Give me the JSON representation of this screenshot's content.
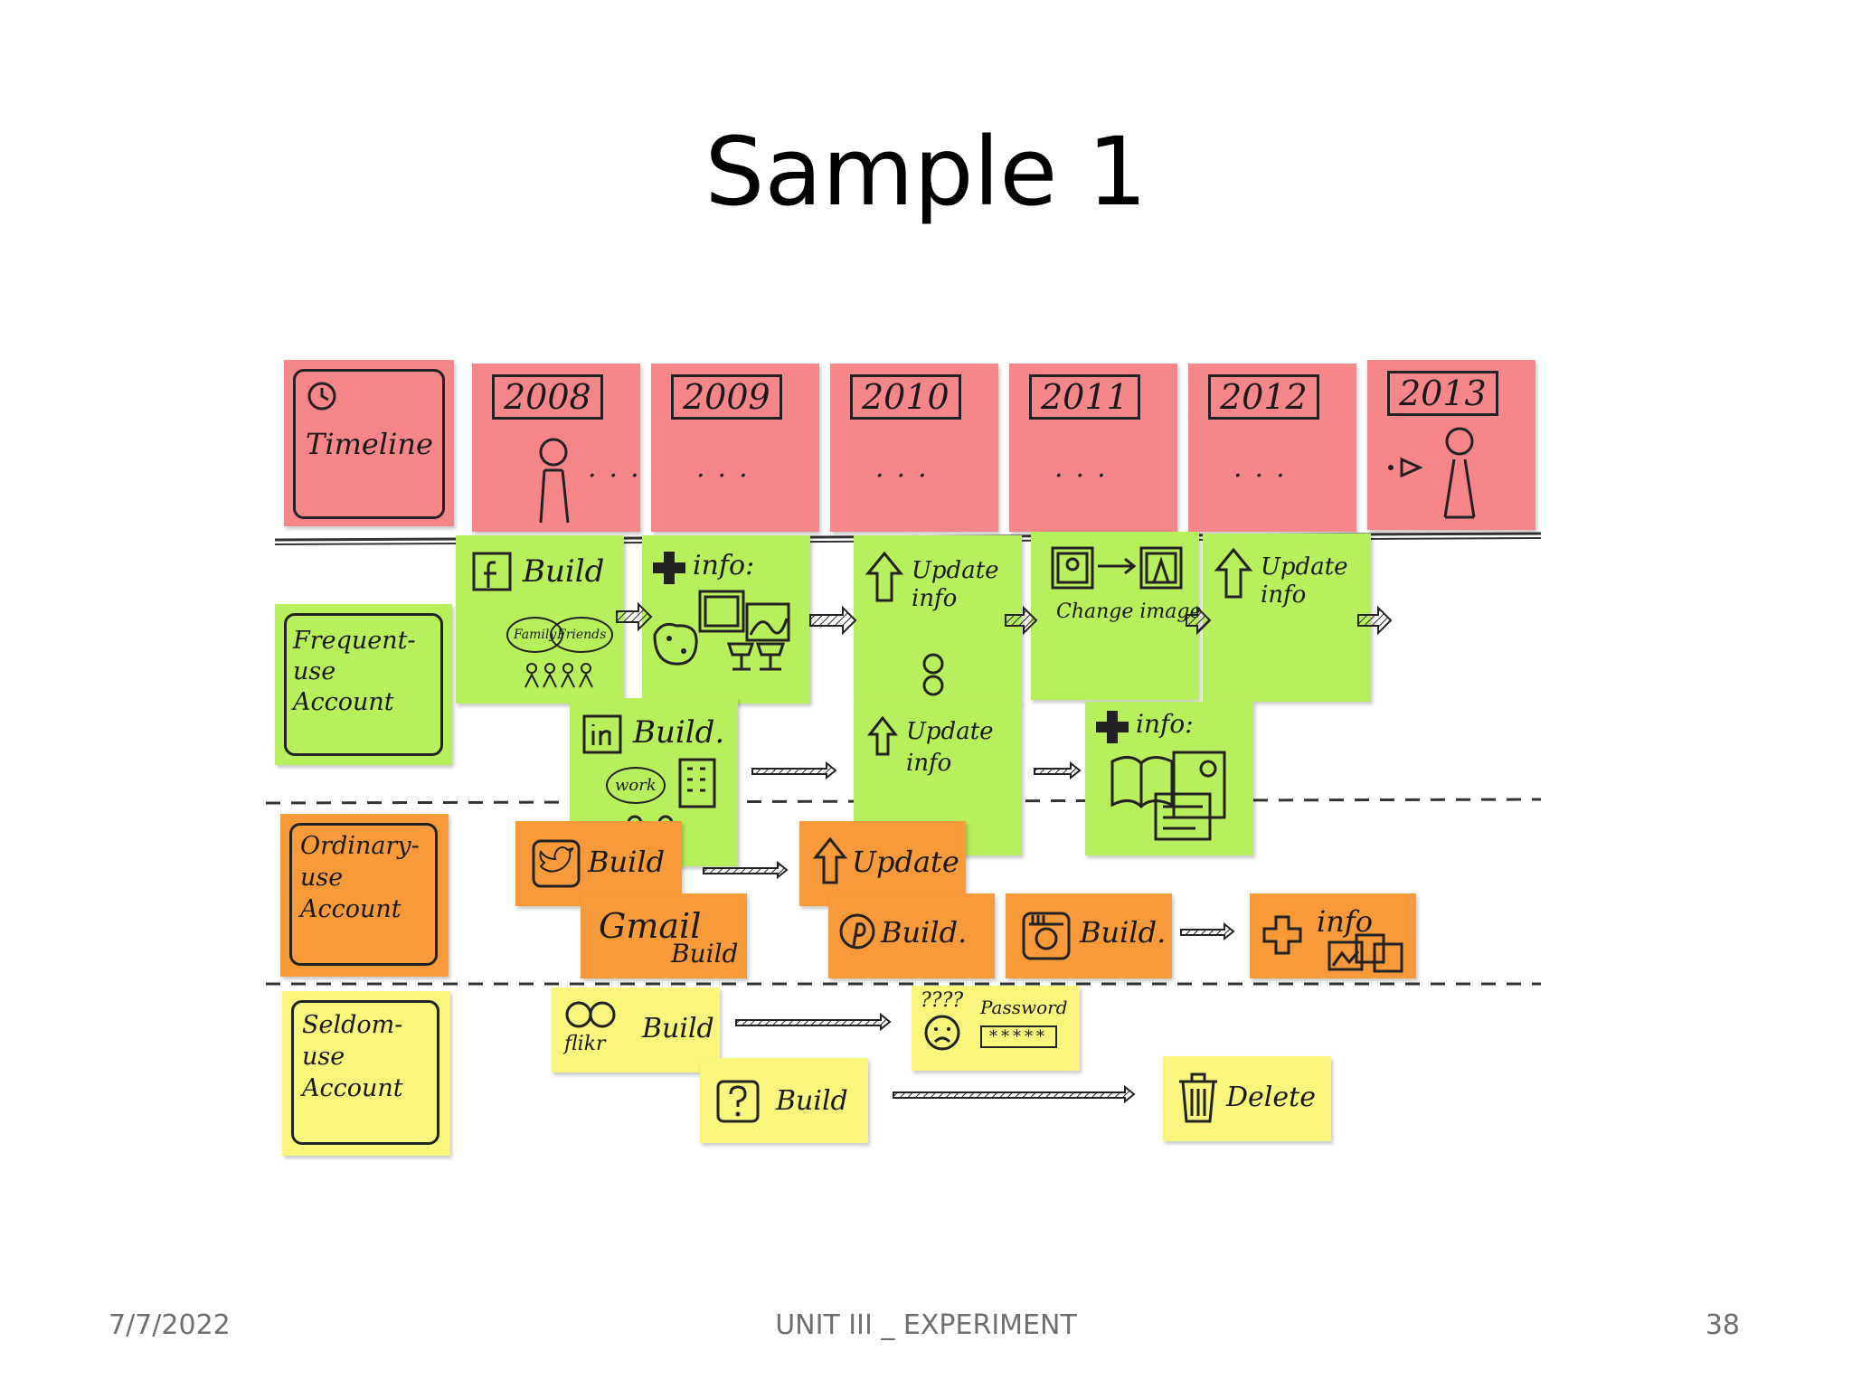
{
  "slide": {
    "title": "Sample 1"
  },
  "footer": {
    "date": "7/7/2022",
    "center": "UNIT III _ EXPERIMENT",
    "page": "38"
  },
  "board": {
    "timeline_label": "Timeline",
    "years": [
      "2008",
      "2009",
      "2010",
      "2011",
      "2012",
      "2013"
    ],
    "dots": "...",
    "rows": {
      "frequent": "Frequent-use Account",
      "ordinary": "Ordinary-use Account",
      "seldom": "Seldom-use Account"
    },
    "frequent_notes": {
      "fb_build": "Build",
      "family": "Family",
      "friends": "Friends",
      "info1": "info:",
      "update_info1": "Update info",
      "change_image": "Change image",
      "update_info2": "Update info",
      "li_build": "Build.",
      "work": "work",
      "update_info3": "Update info",
      "info2": "info:"
    },
    "ordinary_notes": {
      "twitter_build": "Build",
      "gmail": "Gmail",
      "gmail_build": "Build",
      "update": "Update",
      "pinterest_build": "Build.",
      "instagram_build": "Build.",
      "info": "info"
    },
    "seldom_notes": {
      "flickr": "flikr",
      "flickr_build": "Build",
      "password": "Password",
      "password_mask": "*****",
      "question_marks": "????",
      "unknown_build": "Build",
      "delete": "Delete"
    },
    "colors": {
      "pink": "#f6868a",
      "green": "#b8ef5c",
      "orange": "#f89a3a",
      "yellow": "#f9f57d"
    }
  }
}
